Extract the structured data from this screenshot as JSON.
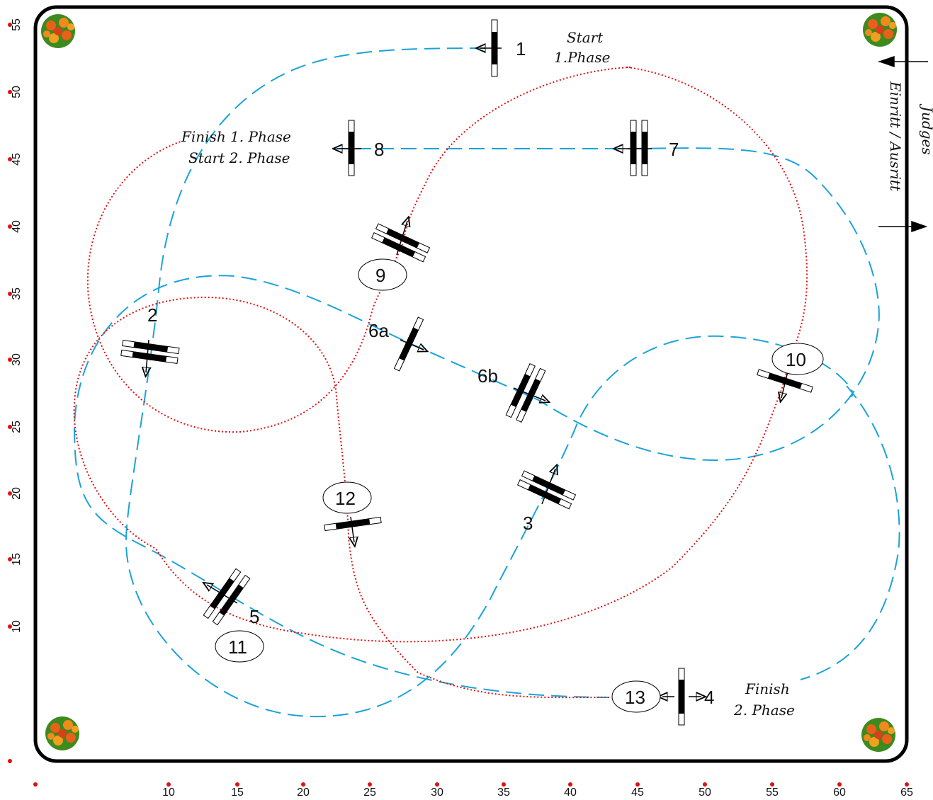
{
  "arena": {
    "side_label": "Einritt / Ausritt",
    "judges_label": "Judges"
  },
  "x_axis": {
    "ticks": [
      "10",
      "15",
      "20",
      "25",
      "30",
      "35",
      "40",
      "45",
      "50",
      "55",
      "60",
      "65"
    ]
  },
  "y_axis": {
    "ticks": [
      "55",
      "50",
      "45",
      "40",
      "35",
      "30",
      "25",
      "20",
      "15",
      "10"
    ]
  },
  "obstacles": {
    "o1": "1",
    "o2": "2",
    "o3": "3",
    "o4": "4",
    "o5": "5",
    "o6a": "6a",
    "o6b": "6b",
    "o7": "7",
    "o8": "8",
    "o9": "9",
    "o10": "10",
    "o11": "11",
    "o12": "12",
    "o13": "13"
  },
  "annotations": {
    "start_phase1_line1": "Start",
    "start_phase1_line2": "1.Phase",
    "finish1_line1": "Finish 1. Phase",
    "finish1_line2": "Start 2. Phase",
    "finish2_line1": "Finish",
    "finish2_line2": "2. Phase"
  },
  "colors": {
    "phase1_route": "#1aa3d9",
    "phase2_route": "#e01010",
    "arena_border": "#000000",
    "axis_marker": "#e01010"
  },
  "legend_routes": [
    {
      "style": "dashed",
      "color": "#1aa3d9"
    },
    {
      "style": "dotted",
      "color": "#e01010"
    }
  ]
}
